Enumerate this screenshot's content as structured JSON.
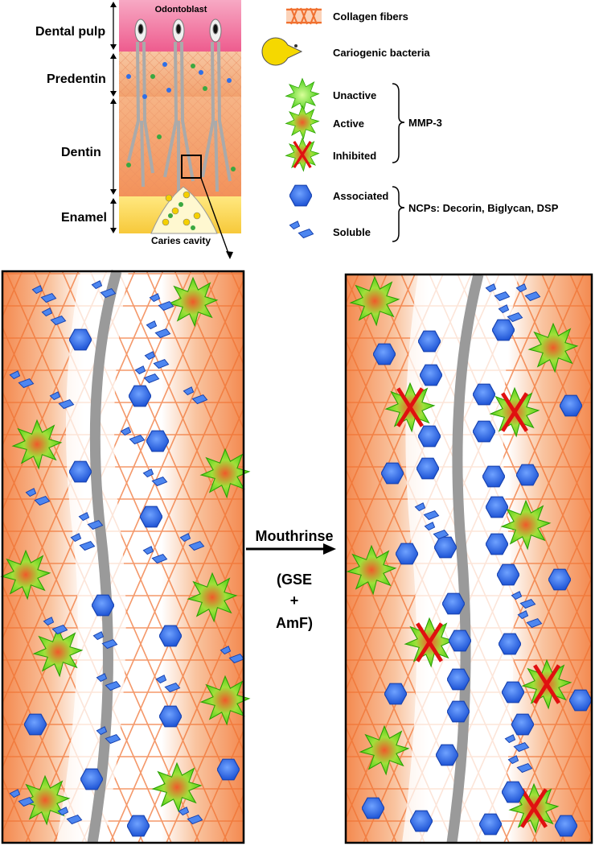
{
  "tooth_layers": {
    "pulp": "Dental pulp",
    "predentin": "Predentin",
    "dentin": "Dentin",
    "enamel": "Enamel",
    "odontoblast": "Odontoblast",
    "caries": "Caries cavity"
  },
  "legend": {
    "collagen": "Collagen fibers",
    "bacteria": "Cariogenic bacteria",
    "unactive": "Unactive",
    "active": "Active",
    "inhibited": "Inhibited",
    "mmp_group": "MMP-3",
    "associated": "Associated",
    "soluble": "Soluble",
    "ncp_group": "NCPs: Decorin, Biglycan, DSP"
  },
  "treatment": {
    "title": "Mouthrinse",
    "line1": "(GSE",
    "line2": "+",
    "line3": "AmF)"
  },
  "colors": {
    "pulp": "#f07aa0",
    "dentin": "#f4a572",
    "enamel": "#f8e05a",
    "collagen": "#f07030",
    "ncp": "#2f6fe8",
    "mmp": "#66dd22",
    "inhibit": "#e01010"
  }
}
